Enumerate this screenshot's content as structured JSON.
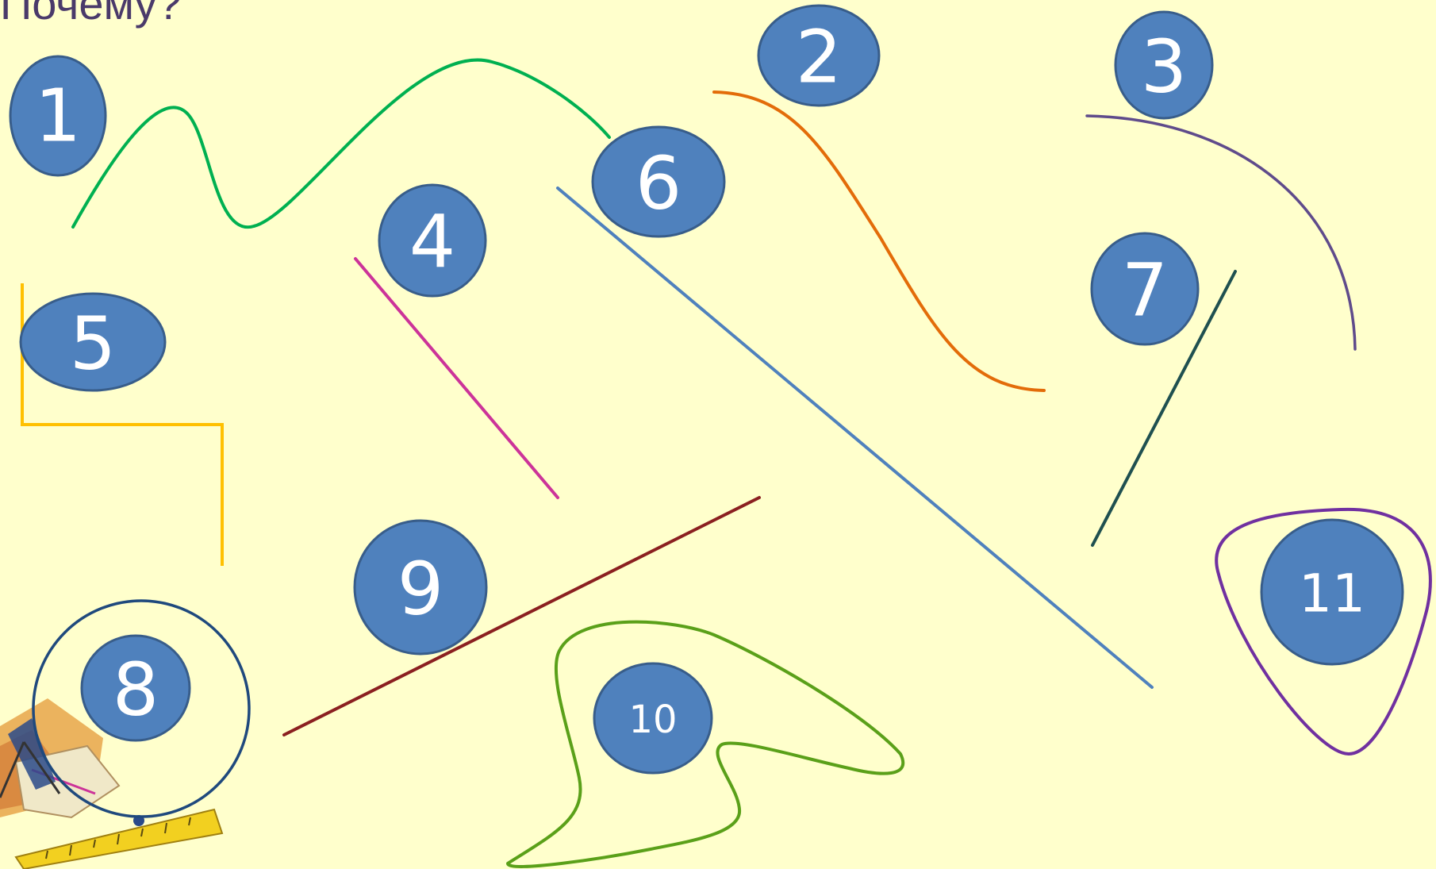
{
  "title": "Почему?",
  "labels": [
    "1",
    "2",
    "3",
    "4",
    "5",
    "6",
    "7",
    "8",
    "9",
    "10",
    "11"
  ],
  "colors": {
    "background": "#ffffcc",
    "badge_fill": "#4f81bd",
    "badge_stroke": "#385d8a",
    "title": "#4a3a6a",
    "line_1": "#00b050",
    "line_2": "#e36c09",
    "line_3": "#5f4b8b",
    "line_4": "#cc3399",
    "line_5": "#ffc000",
    "line_6": "#4f81bd",
    "line_7": "#1f5050",
    "line_8": "#1f497d",
    "line_9": "#8b2020",
    "line_10": "#5aa019",
    "line_11": "#7030a0"
  },
  "icons": [
    "geometry-tools-clipart"
  ]
}
